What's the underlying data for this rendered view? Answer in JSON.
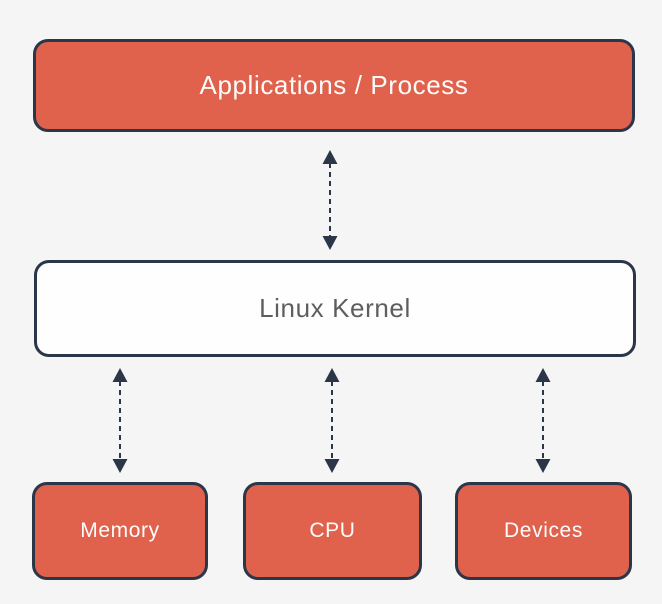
{
  "colors": {
    "background": "#f5f5f6",
    "node_fill": "#e0614c",
    "node_border": "#2b3648",
    "node_text": "#fdfcfb",
    "kernel_fill": "#fefefe",
    "kernel_text": "#5d5e60",
    "arrow": "#2b3648"
  },
  "nodes": {
    "applications": {
      "label": "Applications / Process"
    },
    "kernel": {
      "label": "Linux Kernel"
    },
    "memory": {
      "label": "Memory"
    },
    "cpu": {
      "label": "CPU"
    },
    "devices": {
      "label": "Devices"
    }
  },
  "connections": [
    {
      "from": "applications",
      "to": "kernel",
      "style": "dashed-double-arrow"
    },
    {
      "from": "kernel",
      "to": "memory",
      "style": "dashed-double-arrow"
    },
    {
      "from": "kernel",
      "to": "cpu",
      "style": "dashed-double-arrow"
    },
    {
      "from": "kernel",
      "to": "devices",
      "style": "dashed-double-arrow"
    }
  ]
}
